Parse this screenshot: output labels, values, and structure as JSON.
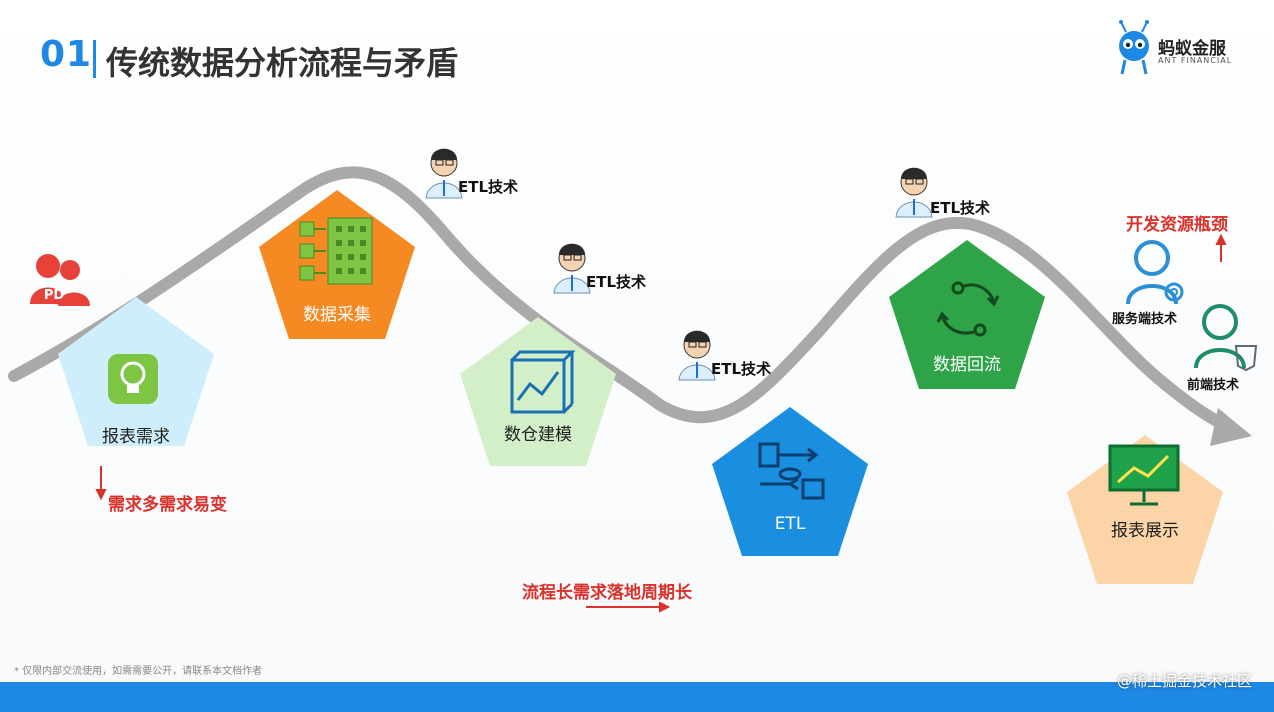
{
  "header": {
    "number": "01",
    "title": "传统数据分析流程与矛盾"
  },
  "logo": {
    "name": "蚂蚁金服",
    "sub": "ANT FINANCIAL"
  },
  "pd_badge": "PD",
  "stages": [
    {
      "label": "报表需求",
      "color": "#cfeefb"
    },
    {
      "label": "数据采集",
      "color": "#f58a22"
    },
    {
      "label": "数仓建模",
      "color": "#d3efc8"
    },
    {
      "label": "ETL",
      "color": "#1a8fe0"
    },
    {
      "label": "数据回流",
      "color": "#2ea347"
    },
    {
      "label": "报表展示",
      "color": "#fcd4a7"
    }
  ],
  "etl_roles": [
    "ETL技术",
    "ETL技术",
    "ETL技术",
    "ETL技术"
  ],
  "notes": {
    "demand": "需求多需求易变",
    "cycle": "流程长需求落地周期长",
    "bottleneck": "开发资源瓶颈"
  },
  "dev_roles": {
    "server": "服务端技术",
    "frontend": "前端技术"
  },
  "footer": {
    "note": "* 仅限内部交流使用，如需需要公开，请联系本文档作者",
    "watermark": "@稀土掘金技术社区"
  },
  "colors": {
    "accent": "#1e88e5",
    "curve": "#a9a9a9",
    "alert": "#d9322b"
  }
}
